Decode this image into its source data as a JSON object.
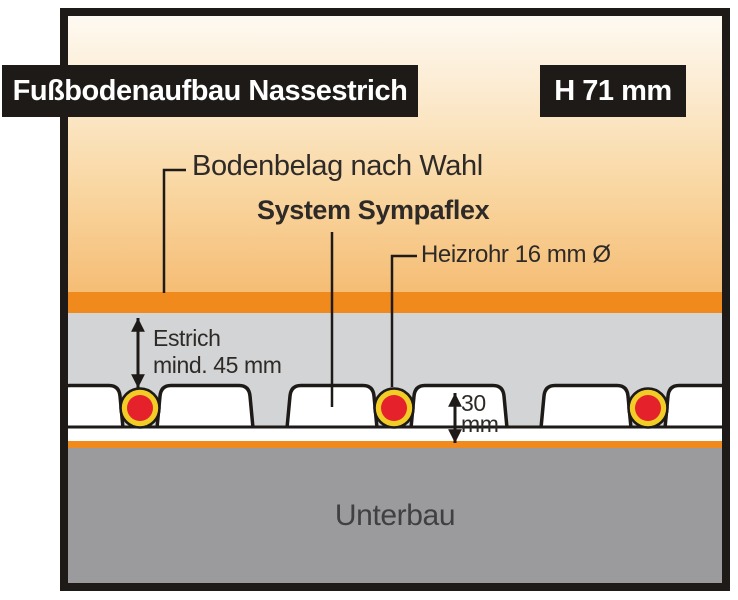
{
  "header": {
    "title": "Fußbodenaufbau Nassestrich",
    "height_label": "H 71 mm"
  },
  "labels": {
    "floor_covering": "Bodenbelag nach Wahl",
    "system_name": "System Sympaflex",
    "heating_pipe": "Heizrohr 16 mm Ø",
    "screed": "Estrich",
    "screed_min": "mind. 45 mm",
    "panel_height_value": "30",
    "panel_height_unit": "mm",
    "substructure": "Unterbau"
  },
  "colors": {
    "accent_orange": "#f08a1c",
    "room_gradient_top": "#fefaf2",
    "room_gradient_bottom": "#f5bd75",
    "screed_gray": "#d3d4d6",
    "substructure_gray": "#9b9a9c",
    "panel_white": "#ffffff",
    "pipe_red": "#e5212b",
    "pipe_yellow": "#f2cd27",
    "outline_black": "#1d1a17",
    "header_bg": "#1d1a17",
    "header_text": "#ffffff"
  }
}
